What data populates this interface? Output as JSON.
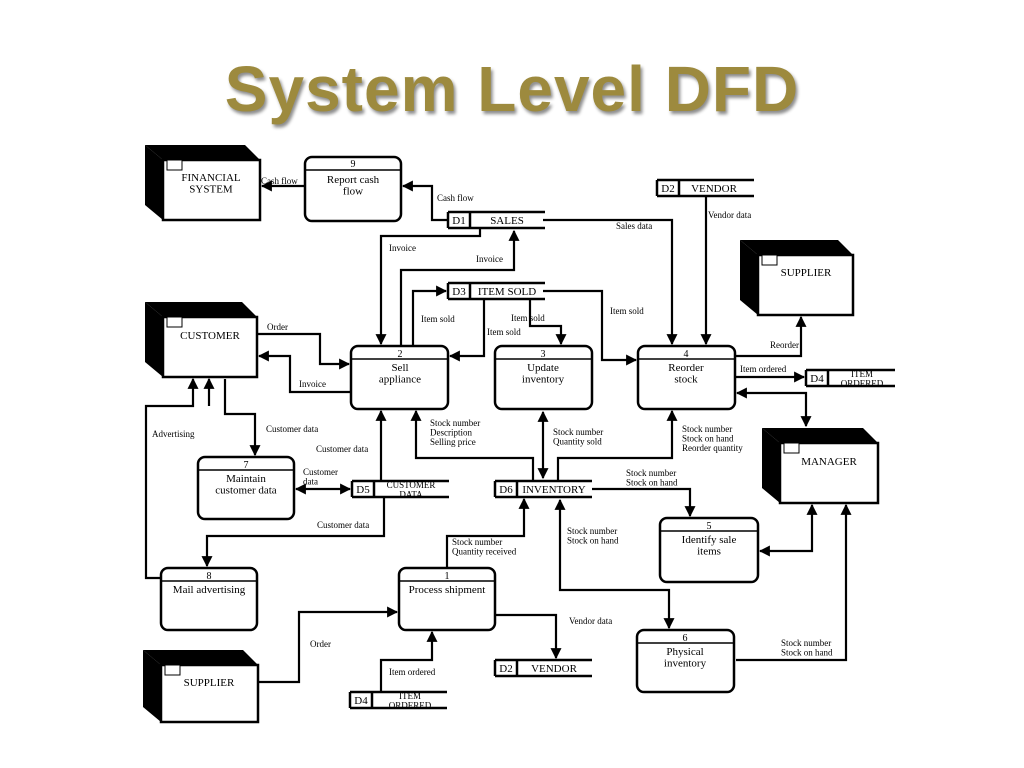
{
  "title": "System Level DFD",
  "entities": {
    "financial": "FINANCIAL\nSYSTEM",
    "customer": "CUSTOMER",
    "supplier_top": "SUPPLIER",
    "manager": "MANAGER",
    "supplier_bottom": "SUPPLIER"
  },
  "processes": {
    "p1": {
      "num": "1",
      "name": "Process shipment"
    },
    "p2": {
      "num": "2",
      "name": "Sell\nappliance"
    },
    "p3": {
      "num": "3",
      "name": "Update\ninventory"
    },
    "p4": {
      "num": "4",
      "name": "Reorder\nstock"
    },
    "p5": {
      "num": "5",
      "name": "Identify sale\nitems"
    },
    "p6": {
      "num": "6",
      "name": "Physical\ninventory"
    },
    "p7": {
      "num": "7",
      "name": "Maintain\ncustomer data"
    },
    "p8": {
      "num": "8",
      "name": "Mail advertising"
    },
    "p9": {
      "num": "9",
      "name": "Report cash\nflow"
    }
  },
  "stores": {
    "d1": {
      "id": "D1",
      "name": "SALES"
    },
    "d2a": {
      "id": "D2",
      "name": "VENDOR"
    },
    "d2b": {
      "id": "D2",
      "name": "VENDOR"
    },
    "d3": {
      "id": "D3",
      "name": "ITEM SOLD"
    },
    "d4a": {
      "id": "D4",
      "name": "ITEM\nORDERED"
    },
    "d4b": {
      "id": "D4",
      "name": "ITEM\nORDERED"
    },
    "d5": {
      "id": "D5",
      "name": "CUSTOMER\nDATA"
    },
    "d6": {
      "id": "D6",
      "name": "INVENTORY"
    }
  },
  "flows": {
    "cash_flow_1": "Cash flow",
    "cash_flow_2": "Cash flow",
    "invoice_1": "Invoice",
    "invoice_2": "Invoice",
    "invoice_3": "Invoice",
    "sales_data": "Sales data",
    "vendor_data_1": "Vendor data",
    "vendor_data_2": "Vendor data",
    "order_1": "Order",
    "order_2": "Order",
    "item_sold_1": "Item sold",
    "item_sold_2": "Item sold",
    "item_sold_3": "Item sold",
    "item_sold_4": "Item sold",
    "reorder": "Reorder",
    "item_ordered_1": "Item ordered",
    "item_ordered_2": "Item ordered",
    "advertising": "Advertising",
    "customer_data_1": "Customer data",
    "customer_data_2": "Customer data",
    "customer_data_3": "Customer\ndata",
    "customer_data_4": "Customer data",
    "sn_desc_price": "Stock number\nDescription\nSelling price",
    "sn_qty_sold": "Stock number\nQuantity sold",
    "sn_onhand_reorder": "Stock number\nStock on hand\nReorder quantity",
    "sn_onhand_1": "Stock number\nStock on hand",
    "sn_onhand_2": "Stock number\nStock on hand",
    "sn_onhand_3": "Stock number\nStock on hand",
    "sn_qty_received": "Stock number\nQuantity received"
  }
}
